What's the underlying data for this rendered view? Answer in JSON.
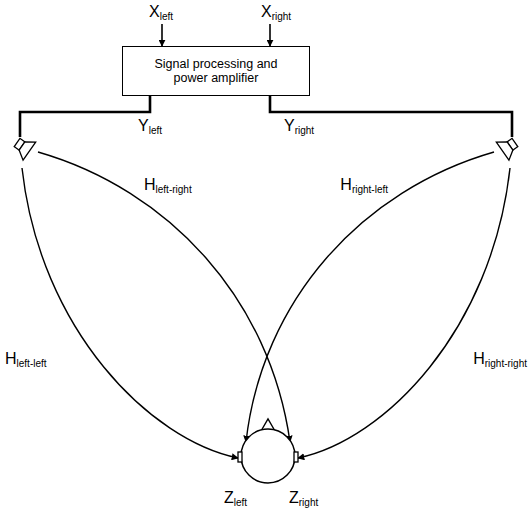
{
  "diagram": {
    "nodes": [
      {
        "text": [
          "Signal processing and power amplifier"
        ]
      }
    ],
    "labels": [
      "Xleft",
      "Xright",
      "Yleft",
      "Yright",
      "Hleft-right",
      "Hright-left",
      "Hleft-left",
      "Hright-right",
      "Zleft",
      "Zright"
    ]
  }
}
